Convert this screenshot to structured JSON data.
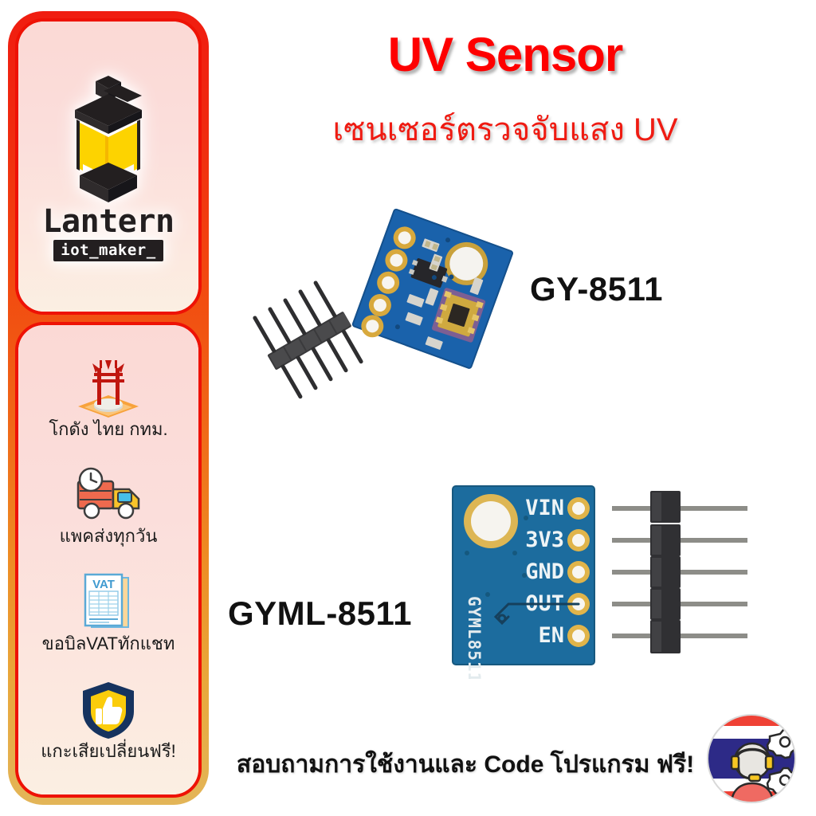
{
  "brand": {
    "name": "Lantern",
    "tagline": "iot_maker_",
    "logo_icon": "lantern-logo-icon"
  },
  "sidebar": {
    "features": [
      {
        "icon": "giant-swing-warehouse-icon",
        "label": "โกดัง ไทย กทม."
      },
      {
        "icon": "delivery-truck-clock-icon",
        "label": "แพคส่งทุกวัน"
      },
      {
        "icon": "vat-invoice-icon",
        "label": "ขอบิลVATทักแชท"
      },
      {
        "icon": "shield-thumbs-up-icon",
        "label": "แกะเสียเปลี่ยนฟรี!"
      }
    ]
  },
  "header": {
    "title": "UV Sensor",
    "subtitle": "เซนเซอร์ตรวจจับแสง UV"
  },
  "products": [
    {
      "label": "GY-8511",
      "photo_name": "gy-8511-module-photo",
      "pcb_color": "#1a62ab",
      "pad_color": "#d8a93d",
      "header_pins": 5
    },
    {
      "label": "GYML-8511",
      "photo_name": "gyml-8511-module-photo",
      "pcb_color": "#1c6c9e",
      "pad_color": "#e0b44a",
      "silkscreen": "GYML8511",
      "pins": [
        "VIN",
        "3V3",
        "GND",
        "OUT",
        "EN"
      ],
      "header_pins": 5
    }
  ],
  "footer": {
    "note": "สอบถามการใช้งานและ Code โปรแกรม ฟรี!",
    "badge_icon": "thai-flag-support-headset-icon"
  },
  "colors": {
    "title_red": "#fe0000",
    "subtitle_red": "#ef1b12",
    "sidebar_border_top": "#f01d10",
    "sidebar_border_bottom": "#e3b558",
    "card_border": "#ee1205",
    "card_fill": "#fbd9d5",
    "logo_yellow": "#fdd300",
    "logo_dark": "#231f20"
  }
}
